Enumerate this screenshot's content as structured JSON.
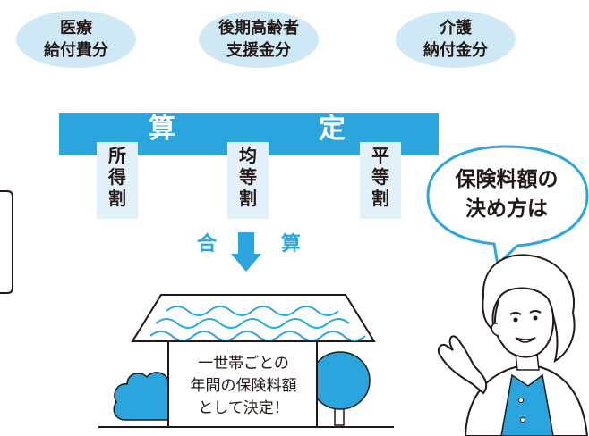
{
  "categories": [
    {
      "label": "医療\n給付費分"
    },
    {
      "label": "後期高齢者\n支援金分"
    },
    {
      "label": "介護\n納付金分"
    }
  ],
  "calc_bar": {
    "chars": [
      "算",
      "定"
    ],
    "color": "#2aa5dd"
  },
  "factors": [
    {
      "chars": [
        "所",
        "得",
        "割"
      ]
    },
    {
      "chars": [
        "均",
        "等",
        "割"
      ]
    },
    {
      "chars": [
        "平",
        "等",
        "割"
      ]
    }
  ],
  "merge": {
    "chars": [
      "合",
      "算"
    ],
    "arrow_icon": "down-arrow-icon"
  },
  "speech_bubble": {
    "lines": [
      "保険料額の",
      "決め方は"
    ]
  },
  "house": {
    "lines": [
      "一世帯ごとの",
      "年間の保険料額",
      "として決定！"
    ]
  },
  "colors": {
    "accent_blue": "#2aa5dd",
    "pill_fill": "#cfe8f6",
    "column_fill": "#e1f0f9"
  }
}
